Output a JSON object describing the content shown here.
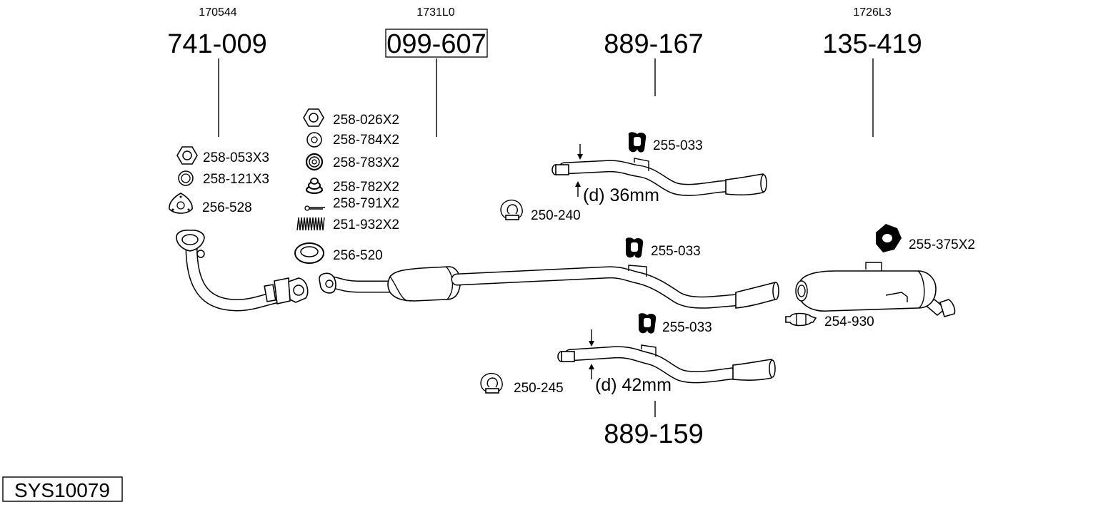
{
  "oem_numbers": {
    "front_pipe": "170544",
    "catalyst": "1731L0",
    "rear_silencer": "1726L3"
  },
  "main_parts": {
    "front_pipe": "741-009",
    "catalyst": "099-607",
    "centre_pipe_36": "889-167",
    "rear_silencer": "135-419",
    "centre_pipe_42": "889-159"
  },
  "accessories": {
    "nut_053": "258-053X3",
    "washer_121": "258-121X3",
    "gasket_528": "256-528",
    "nut_026": "258-026X2",
    "washer_784": "258-784X2",
    "washer_783": "258-783X2",
    "washer_782": "258-782X2",
    "pin_791": "258-791X2",
    "spring_932": "251-932X2",
    "ring_520": "256-520",
    "rubber_top": "255-033",
    "clamp_240": "250-240",
    "rubber_mid": "255-033",
    "rubber_375": "255-375X2",
    "clamp_930": "254-930",
    "rubber_low": "255-033",
    "clamp_245": "250-245"
  },
  "dimensions": {
    "d36": "(d) 36mm",
    "d42": "(d) 42mm"
  },
  "system_number": "SYS10079"
}
